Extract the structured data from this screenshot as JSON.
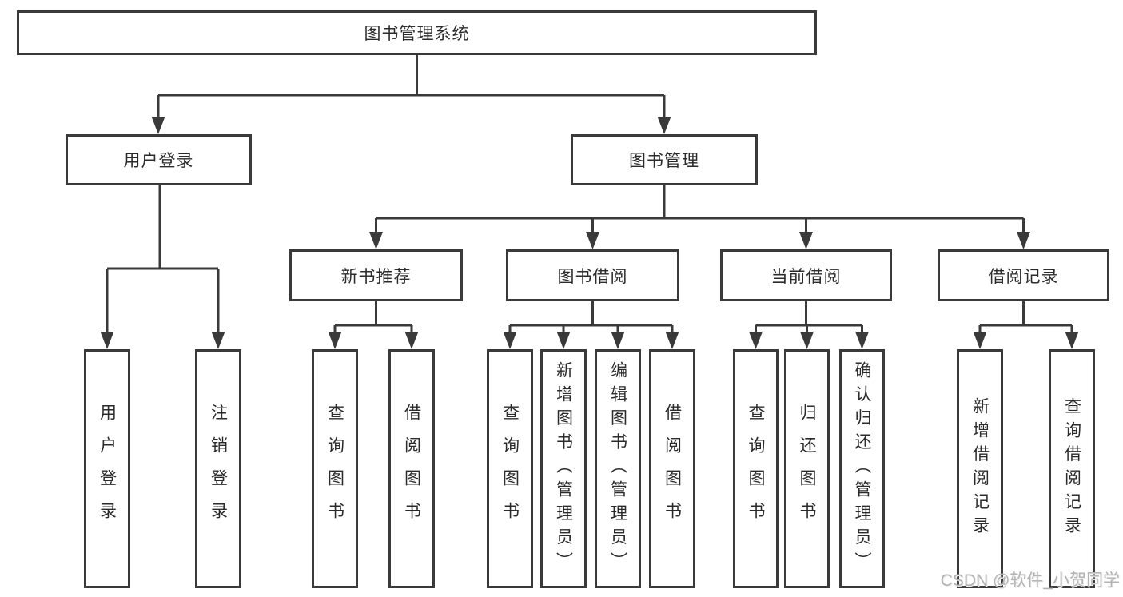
{
  "colors": {
    "background": "#ffffff",
    "line": "#3a3a3a",
    "text": "#2b2b2b",
    "watermark": "#b3b3b3"
  },
  "watermark": {
    "text": "CSDN @软件_小贺同学"
  },
  "diagram": {
    "root": {
      "label": "图书管理系统"
    },
    "branches": [
      {
        "label": "用户登录",
        "children": [
          {
            "label": "用户登录"
          },
          {
            "label": "注销登录"
          }
        ]
      },
      {
        "label": "图书管理",
        "children": [
          {
            "label": "新书推荐",
            "children": [
              {
                "label": "查询图书"
              },
              {
                "label": "借阅图书"
              }
            ]
          },
          {
            "label": "图书借阅",
            "children": [
              {
                "label": "查询图书"
              },
              {
                "label": "新增图书（管理员）"
              },
              {
                "label": "编辑图书（管理员）"
              },
              {
                "label": "借阅图书"
              }
            ]
          },
          {
            "label": "当前借阅",
            "children": [
              {
                "label": "查询图书"
              },
              {
                "label": "归还图书"
              },
              {
                "label": "确认归还（管理员）"
              }
            ]
          },
          {
            "label": "借阅记录",
            "children": [
              {
                "label": "新增借阅记录"
              },
              {
                "label": "查询借阅记录"
              }
            ]
          }
        ]
      }
    ]
  }
}
